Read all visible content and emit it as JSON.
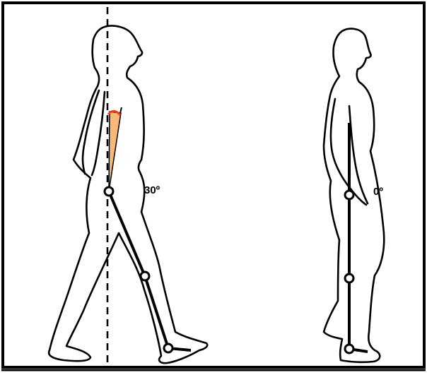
{
  "figures": [
    {
      "id": "walking",
      "angle_label": "30º",
      "hip_flexion_deg": 30
    },
    {
      "id": "standing",
      "angle_label": "0º",
      "hip_flexion_deg": 0
    }
  ],
  "colors": {
    "angle_fill": "#F5B97A",
    "angle_arc": "#E8421F",
    "line": "#000000"
  }
}
